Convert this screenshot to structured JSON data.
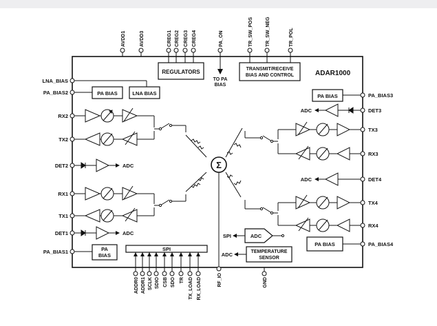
{
  "chip_name": "ADAR1000",
  "top_pins": {
    "avdd1": "AVDD1",
    "avdd3": "AVDD3",
    "creg1": "CREG1",
    "creg2": "CREG2",
    "creg3": "CREG3",
    "creg4": "CREG4",
    "pa_on": "PA_ON",
    "tr_sw_pos": "TR_SW_POS",
    "tr_sw_neg": "TR_SW_NEG",
    "tr_pol": "TR_POL"
  },
  "left_pins": {
    "lna_bias": "LNA_BIAS",
    "pa_bias2": "PA_BIAS2",
    "rx2": "RX2",
    "tx2": "TX2",
    "det2": "DET2",
    "rx1": "RX1",
    "tx1": "TX1",
    "det1": "DET1",
    "pa_bias1": "PA_BIAS1"
  },
  "right_pins": {
    "pa_bias3": "PA_BIAS3",
    "det3": "DET3",
    "tx3": "TX3",
    "rx3": "RX3",
    "det4": "DET4",
    "tx4": "TX4",
    "rx4": "RX4",
    "pa_bias4": "PA_BIAS4"
  },
  "bottom_pins": {
    "addr0": "ADDR0",
    "addr1": "ADDR1",
    "sclk": "SCLK",
    "sdio": "SDIO",
    "csb": "CSB",
    "sdo": "SDO",
    "tr": "TR",
    "tx_load": "TX_LOAD",
    "rx_load": "RX_LOAD",
    "rf_io": "RF_IO",
    "gnd": "GND"
  },
  "blocks": {
    "regulators": "REGULATORS",
    "transmit_receive_1": "TRANSMIT/RECEIVE",
    "transmit_receive_2": "BIAS AND CONTROL",
    "to_pa_bias_1": "TO PA",
    "to_pa_bias_2": "BIAS",
    "pa_bias": "PA BIAS",
    "lna_bias": "LNA BIAS",
    "pa_bias_split_1": "PA",
    "pa_bias_split_2": "BIAS",
    "spi": "SPI",
    "spi_label": "SPI",
    "adc": "ADC",
    "temp_sensor_1": "TEMPERATURE",
    "temp_sensor_2": "SENSOR",
    "summer": "Σ"
  },
  "colors": {
    "line": "#111111",
    "background": "#ffffff",
    "top_strip": "#eeeef0"
  }
}
